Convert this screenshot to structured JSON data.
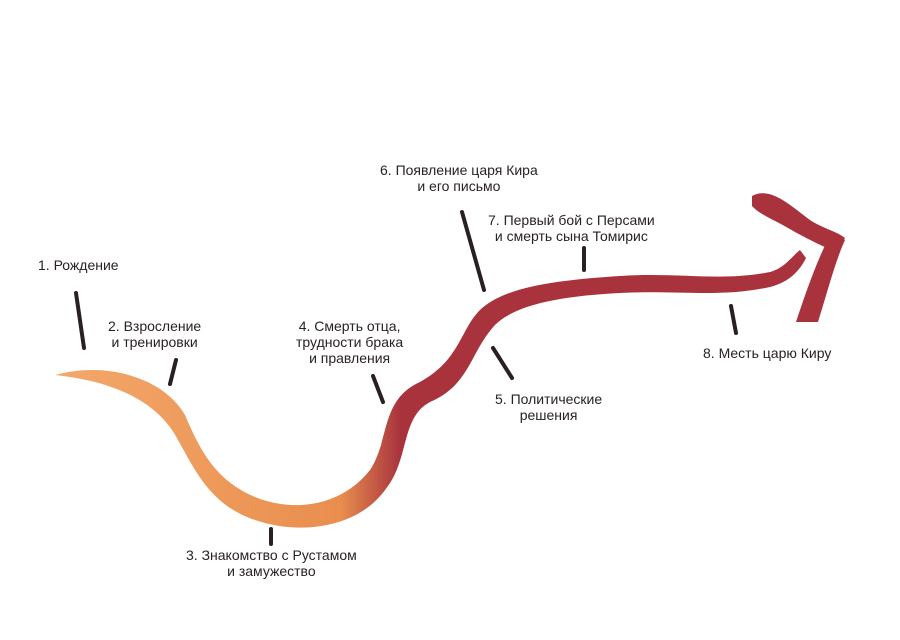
{
  "colors": {
    "path_start": "#f3a86a",
    "path_mid": "#e98e4e",
    "path_end": "#a8333d",
    "tick": "#2a1f22",
    "text": "#2a2222"
  },
  "milestones": [
    {
      "id": "1",
      "lines": [
        "1. Рождение"
      ]
    },
    {
      "id": "2",
      "lines": [
        "2. Взросление",
        "и тренировки"
      ]
    },
    {
      "id": "3",
      "lines": [
        "3. Знакомство с Рустамом",
        "и замужество"
      ]
    },
    {
      "id": "4",
      "lines": [
        "4. Смерть отца,",
        "трудности брака",
        "и правления"
      ]
    },
    {
      "id": "5",
      "lines": [
        "5. Политические",
        "решения"
      ]
    },
    {
      "id": "6",
      "lines": [
        "6. Появление царя Кира",
        "и его письмо"
      ]
    },
    {
      "id": "7",
      "lines": [
        "7. Первый бой с Персами",
        "и смерть сына Томирис"
      ]
    },
    {
      "id": "8",
      "lines": [
        "8. Месть царю Киру"
      ]
    }
  ]
}
